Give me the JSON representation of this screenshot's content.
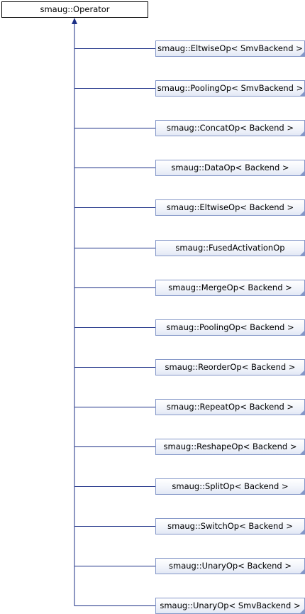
{
  "diagram": {
    "base": {
      "label": "smaug::Operator"
    },
    "derived": [
      {
        "label": "smaug::EltwiseOp< SmvBackend >"
      },
      {
        "label": "smaug::PoolingOp< SmvBackend >"
      },
      {
        "label": "smaug::ConcatOp< Backend >"
      },
      {
        "label": "smaug::DataOp< Backend >"
      },
      {
        "label": "smaug::EltwiseOp< Backend >"
      },
      {
        "label": "smaug::FusedActivationOp"
      },
      {
        "label": "smaug::MergeOp< Backend >"
      },
      {
        "label": "smaug::PoolingOp< Backend >"
      },
      {
        "label": "smaug::ReorderOp< Backend >"
      },
      {
        "label": "smaug::RepeatOp< Backend >"
      },
      {
        "label": "smaug::ReshapeOp< Backend >"
      },
      {
        "label": "smaug::SplitOp< Backend >"
      },
      {
        "label": "smaug::SwitchOp< Backend >"
      },
      {
        "label": "smaug::UnaryOp< Backend >"
      },
      {
        "label": "smaug::UnaryOp< SmvBackend >"
      }
    ],
    "colors": {
      "edge": "#1b2f86",
      "node_border": "#8497c8",
      "base_border": "#000000"
    }
  }
}
